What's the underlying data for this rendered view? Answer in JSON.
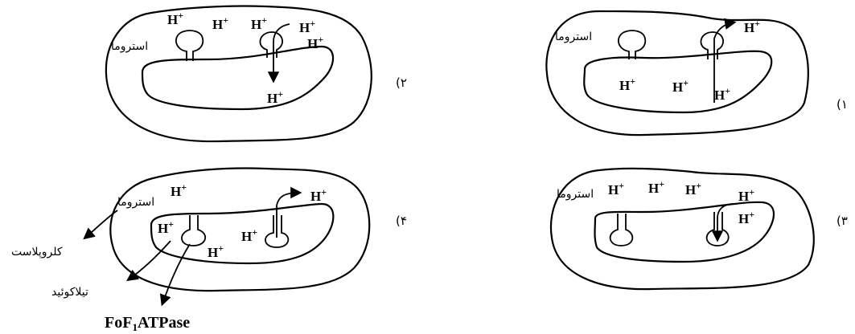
{
  "panels": [
    {
      "option_label": "(۱",
      "stroma_label": "استروما",
      "hplus": "H+"
    },
    {
      "option_label": "(۲",
      "stroma_label": "استروما",
      "hplus": "H+"
    },
    {
      "option_label": "(۳",
      "stroma_label": "استروما",
      "hplus": "H+"
    },
    {
      "option_label": "(۴",
      "stroma_label": "استروما",
      "hplus": "H+"
    }
  ],
  "labels": {
    "chloroplast": "کلروپلاست",
    "thylakoid": "تیلاکوئید",
    "atpase_main": "FoF",
    "atpase_sub": "1",
    "atpase_tail": "ATPase"
  },
  "hplus_base": "H",
  "hplus_sup": "+"
}
